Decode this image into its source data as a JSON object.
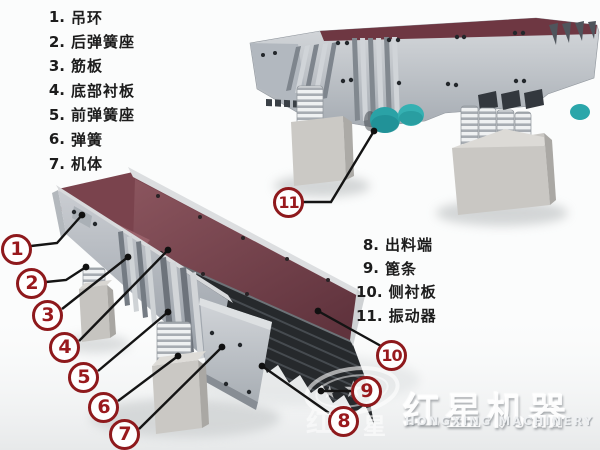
{
  "diagram": {
    "legend_left": {
      "items": [
        {
          "num": "1.",
          "label": "吊环"
        },
        {
          "num": "2.",
          "label": "后弹簧座"
        },
        {
          "num": "3.",
          "label": "筋板"
        },
        {
          "num": "4.",
          "label": "底部衬板"
        },
        {
          "num": "5.",
          "label": "前弹簧座"
        },
        {
          "num": "6.",
          "label": "弹簧"
        },
        {
          "num": "7.",
          "label": "机体"
        }
      ]
    },
    "legend_right": {
      "items": [
        {
          "num": "8.",
          "label": "出料端"
        },
        {
          "num": "9.",
          "label": "篦条"
        },
        {
          "num": "10.",
          "label": "侧衬板"
        },
        {
          "num": "11.",
          "label": "振动器"
        }
      ]
    },
    "callouts": [
      {
        "n": "1"
      },
      {
        "n": "2"
      },
      {
        "n": "3"
      },
      {
        "n": "4"
      },
      {
        "n": "5"
      },
      {
        "n": "6"
      },
      {
        "n": "7"
      },
      {
        "n": "8"
      },
      {
        "n": "9"
      },
      {
        "n": "10"
      },
      {
        "n": "11"
      }
    ]
  },
  "watermark": {
    "brand_cn": "红星机器",
    "brand_en": "HONGXING MACHINERY",
    "faint_char_left": "红",
    "faint_char_right": "星",
    "star_glyph": "★"
  },
  "colors": {
    "callout_red": "#8e191c",
    "leader_line": "#141414",
    "machine_gray": "#bfc4ca",
    "liner_maroon": "#7c4750",
    "top_rim_maroon": "#6e3742",
    "vibrator_teal": "#2aa6aa",
    "grate_dark": "#26292c",
    "concrete_gray": "#c8c6c2",
    "background": "#fbfcfc"
  }
}
